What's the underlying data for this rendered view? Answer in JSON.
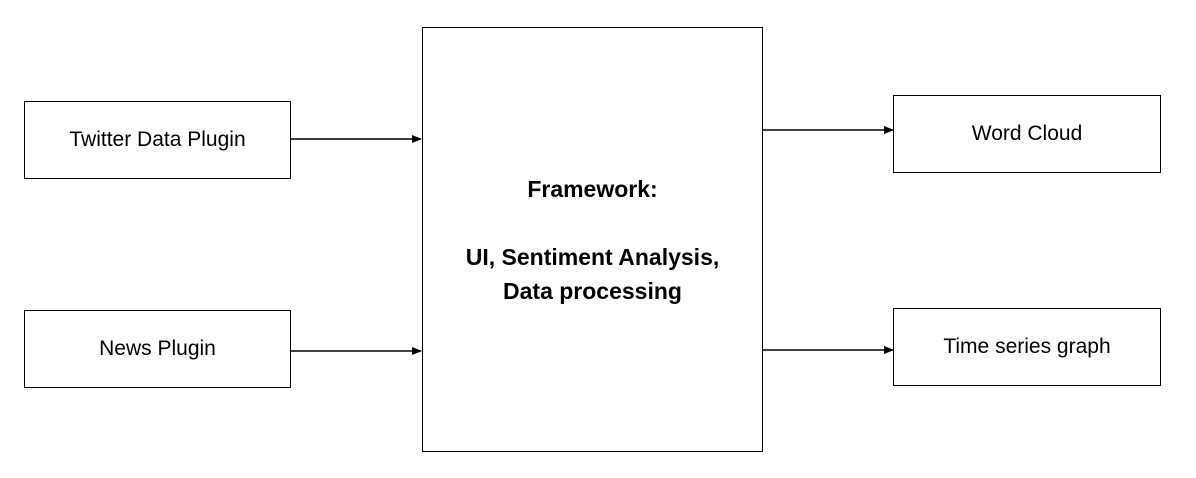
{
  "inputs": {
    "twitter": "Twitter Data Plugin",
    "news": "News Plugin"
  },
  "framework": {
    "title": "Framework:",
    "line1": "UI, Sentiment Analysis,",
    "line2": "Data processing"
  },
  "outputs": {
    "word_cloud": "Word Cloud",
    "time_series": "Time series graph"
  }
}
